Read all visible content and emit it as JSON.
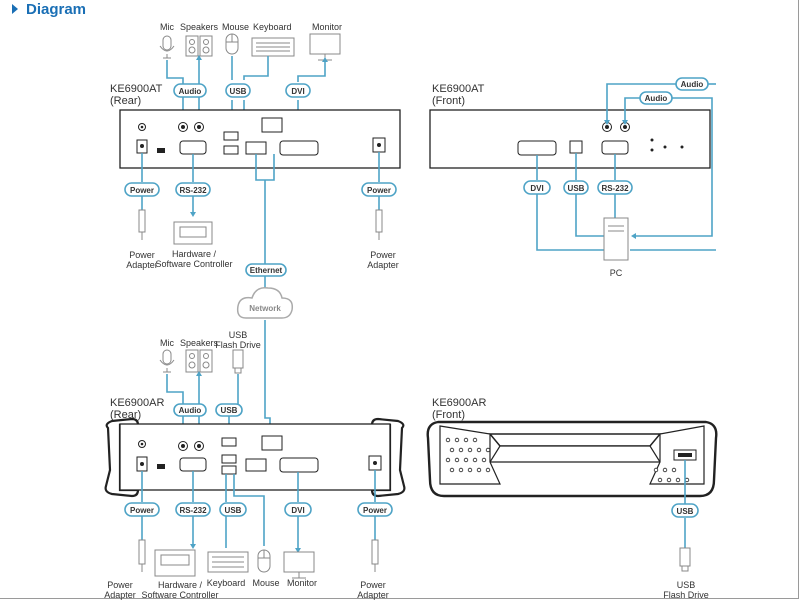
{
  "heading": "Diagram",
  "devices": {
    "tx_rear": "KE6900AT (Rear)",
    "tx_front": "KE6900AT (Front)",
    "rx_rear": "KE6900AR (Rear)",
    "rx_front": "KE6900AR (Front)"
  },
  "peripherals": {
    "mic": "Mic",
    "speakers": "Speakers",
    "mouse": "Mouse",
    "keyboard": "Keyboard",
    "monitor": "Monitor",
    "power_adapter": "Power Adapter",
    "controller": "Hardware / Software Controller",
    "pc": "PC",
    "usb_flash": "USB Flash Drive",
    "network": "Network"
  },
  "connections": {
    "audio": "Audio",
    "usb": "USB",
    "dvi": "DVI",
    "power": "Power",
    "rs232": "RS-232",
    "ethernet": "Ethernet"
  }
}
